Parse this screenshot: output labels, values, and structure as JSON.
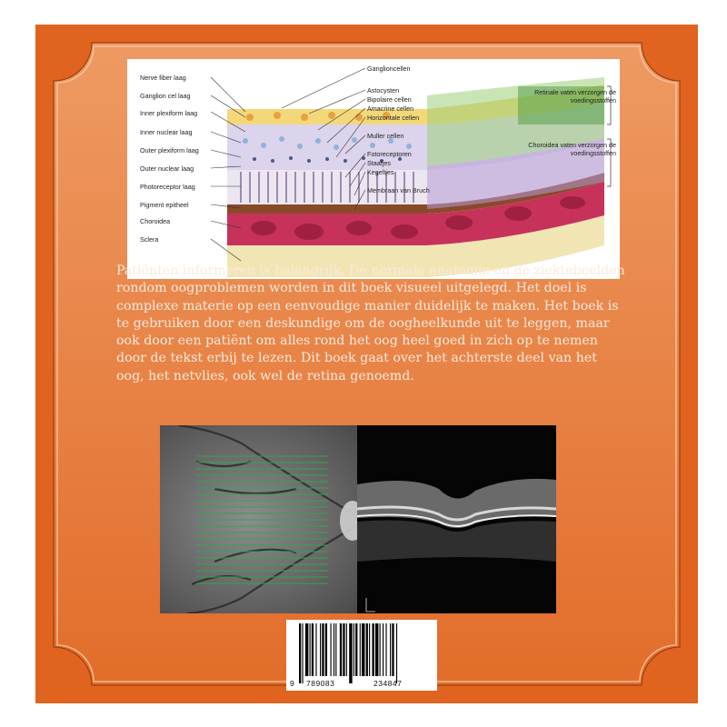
{
  "diagram": {
    "left_labels": [
      "Nerve fiber laag",
      "Ganglion cel laag",
      "Inner plexiform laag",
      "Inner nuclear laag",
      "Outer plexiform laag",
      "Outer nuclear laag",
      "Photoreceptor laag",
      "Pigment epitheel",
      "Choroidea",
      "Sclera"
    ],
    "center_labels": [
      "Ganglioncellen",
      "Astocysten",
      "Bipolaire cellen",
      "Amacrine cellen",
      "Horizontale cellen",
      "Muller cellen",
      "Fotoreceptoren",
      "Staafjes",
      "Kegeltjes",
      "Membraan van Bruch"
    ],
    "right_labels": [
      "Retinale vaten verzorgen de voedingsstoffen",
      "Choroidea vaten verzorgen de voedingsstoffen"
    ]
  },
  "blurb": "Patiënten informeren is belangrijk. De normale anatomie en de ziektebeelden rondom oogproblemen worden in dit boek visueel uitgelegd. Het doel is complexe materie op een eenvoudige manier duidelijk te maken. Het boek is te gebruiken door een deskundige om de oogheelkunde uit te leggen, maar ook door een patiënt om alles rond het oog heel goed in zich op te nemen door de tekst erbij te lezen. Dit boek gaat over het achterste deel van het oog, het netvlies, ook wel de retina genoemd.",
  "barcode": {
    "lead": "9",
    "left_group": "789083",
    "right_group": "234847"
  },
  "colors": {
    "cover": "#e0641f",
    "frame": "#e88a52",
    "text": "#fbe9dc"
  }
}
